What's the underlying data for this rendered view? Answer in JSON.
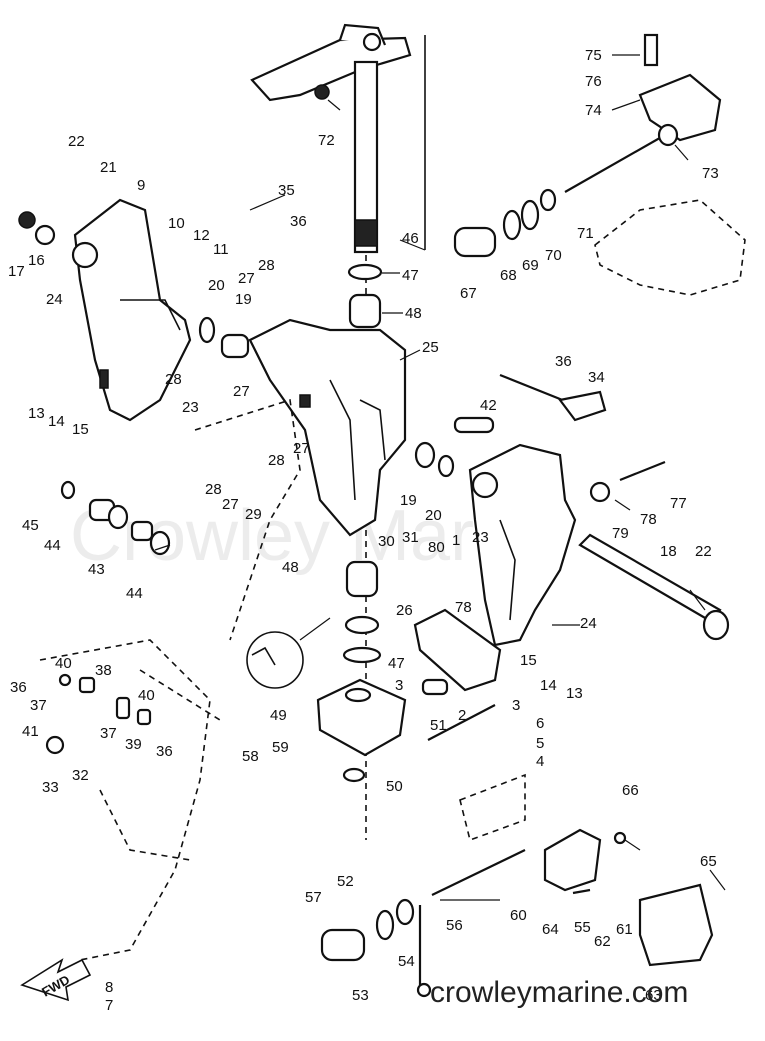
{
  "watermark": "Crowley Marine",
  "footer_url": "crowleymarine.com",
  "fwd_label": "FWD",
  "callouts": [
    {
      "id": "c75",
      "text": "75"
    },
    {
      "id": "c76",
      "text": "76"
    },
    {
      "id": "c74",
      "text": "74"
    },
    {
      "id": "c73",
      "text": "73"
    },
    {
      "id": "c71",
      "text": "71"
    },
    {
      "id": "c70",
      "text": "70"
    },
    {
      "id": "c69",
      "text": "69"
    },
    {
      "id": "c68",
      "text": "68"
    },
    {
      "id": "c67",
      "text": "67"
    },
    {
      "id": "c72",
      "text": "72"
    },
    {
      "id": "c46",
      "text": "46"
    },
    {
      "id": "c47",
      "text": "47"
    },
    {
      "id": "c48a",
      "text": "48"
    },
    {
      "id": "c25",
      "text": "25"
    },
    {
      "id": "c22a",
      "text": "22"
    },
    {
      "id": "c21",
      "text": "21"
    },
    {
      "id": "c9",
      "text": "9"
    },
    {
      "id": "c35",
      "text": "35"
    },
    {
      "id": "c36a",
      "text": "36"
    },
    {
      "id": "c10",
      "text": "10"
    },
    {
      "id": "c12",
      "text": "12"
    },
    {
      "id": "c11",
      "text": "11"
    },
    {
      "id": "c17",
      "text": "17"
    },
    {
      "id": "c16",
      "text": "16"
    },
    {
      "id": "c27a",
      "text": "27"
    },
    {
      "id": "c28a",
      "text": "28"
    },
    {
      "id": "c20a",
      "text": "20"
    },
    {
      "id": "c19a",
      "text": "19"
    },
    {
      "id": "c24a",
      "text": "24"
    },
    {
      "id": "c13a",
      "text": "13"
    },
    {
      "id": "c14a",
      "text": "14"
    },
    {
      "id": "c15a",
      "text": "15"
    },
    {
      "id": "c28b",
      "text": "28"
    },
    {
      "id": "c23a",
      "text": "23"
    },
    {
      "id": "c27b",
      "text": "27"
    },
    {
      "id": "c36b",
      "text": "36"
    },
    {
      "id": "c34",
      "text": "34"
    },
    {
      "id": "c42",
      "text": "42"
    },
    {
      "id": "c27c",
      "text": "27"
    },
    {
      "id": "c28c",
      "text": "28"
    },
    {
      "id": "c19b",
      "text": "19"
    },
    {
      "id": "c20b",
      "text": "20"
    },
    {
      "id": "c77",
      "text": "77"
    },
    {
      "id": "c78a",
      "text": "78"
    },
    {
      "id": "c79",
      "text": "79"
    },
    {
      "id": "c28d",
      "text": "28"
    },
    {
      "id": "c27d",
      "text": "27"
    },
    {
      "id": "c29",
      "text": "29"
    },
    {
      "id": "c45",
      "text": "45"
    },
    {
      "id": "c44a",
      "text": "44"
    },
    {
      "id": "c43",
      "text": "43"
    },
    {
      "id": "c44b",
      "text": "44"
    },
    {
      "id": "c30",
      "text": "30"
    },
    {
      "id": "c31",
      "text": "31"
    },
    {
      "id": "c80",
      "text": "80"
    },
    {
      "id": "c1",
      "text": "1"
    },
    {
      "id": "c23b",
      "text": "23"
    },
    {
      "id": "c18",
      "text": "18"
    },
    {
      "id": "c22b",
      "text": "22"
    },
    {
      "id": "c48b",
      "text": "48"
    },
    {
      "id": "c78b",
      "text": "78"
    },
    {
      "id": "c26",
      "text": "26"
    },
    {
      "id": "c24b",
      "text": "24"
    },
    {
      "id": "c15b",
      "text": "15"
    },
    {
      "id": "c14b",
      "text": "14"
    },
    {
      "id": "c13b",
      "text": "13"
    },
    {
      "id": "c3a",
      "text": "3"
    },
    {
      "id": "c47b",
      "text": "47"
    },
    {
      "id": "c3b",
      "text": "3"
    },
    {
      "id": "c49",
      "text": "49"
    },
    {
      "id": "c2",
      "text": "2"
    },
    {
      "id": "c51",
      "text": "51"
    },
    {
      "id": "c6",
      "text": "6"
    },
    {
      "id": "c5",
      "text": "5"
    },
    {
      "id": "c4",
      "text": "4"
    },
    {
      "id": "c40a",
      "text": "40"
    },
    {
      "id": "c36c",
      "text": "36"
    },
    {
      "id": "c38",
      "text": "38"
    },
    {
      "id": "c37a",
      "text": "37"
    },
    {
      "id": "c40b",
      "text": "40"
    },
    {
      "id": "c41",
      "text": "41"
    },
    {
      "id": "c37b",
      "text": "37"
    },
    {
      "id": "c39",
      "text": "39"
    },
    {
      "id": "c36d",
      "text": "36"
    },
    {
      "id": "c33",
      "text": "33"
    },
    {
      "id": "c32",
      "text": "32"
    },
    {
      "id": "c58",
      "text": "58"
    },
    {
      "id": "c59",
      "text": "59"
    },
    {
      "id": "c50",
      "text": "50"
    },
    {
      "id": "c66",
      "text": "66"
    },
    {
      "id": "c65",
      "text": "65"
    },
    {
      "id": "c52",
      "text": "52"
    },
    {
      "id": "c57",
      "text": "57"
    },
    {
      "id": "c56",
      "text": "56"
    },
    {
      "id": "c60",
      "text": "60"
    },
    {
      "id": "c64",
      "text": "64"
    },
    {
      "id": "c55",
      "text": "55"
    },
    {
      "id": "c62",
      "text": "62"
    },
    {
      "id": "c61",
      "text": "61"
    },
    {
      "id": "c54",
      "text": "54"
    },
    {
      "id": "c53",
      "text": "53"
    },
    {
      "id": "c63",
      "text": "63"
    },
    {
      "id": "c8",
      "text": "8"
    },
    {
      "id": "c7",
      "text": "7"
    }
  ]
}
